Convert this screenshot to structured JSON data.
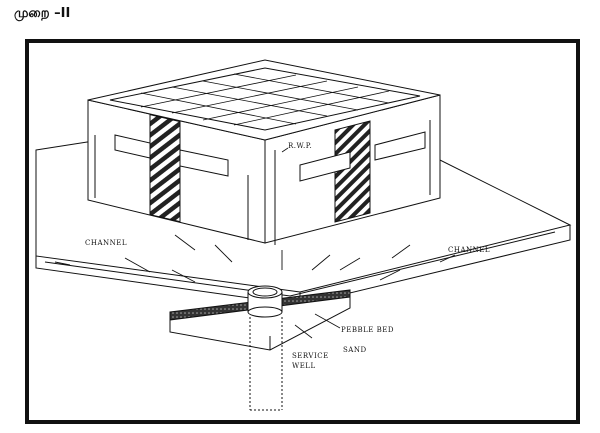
{
  "title": "முறை –II",
  "labels": {
    "rwp": "R.W.P.",
    "channel_left": "CHANNEL",
    "channel_right": "CHANNEL",
    "pebble_bed": "PEBBLE BED",
    "sand": "SAND",
    "service_well_1": "SERVICE",
    "service_well_2": "WELL"
  }
}
